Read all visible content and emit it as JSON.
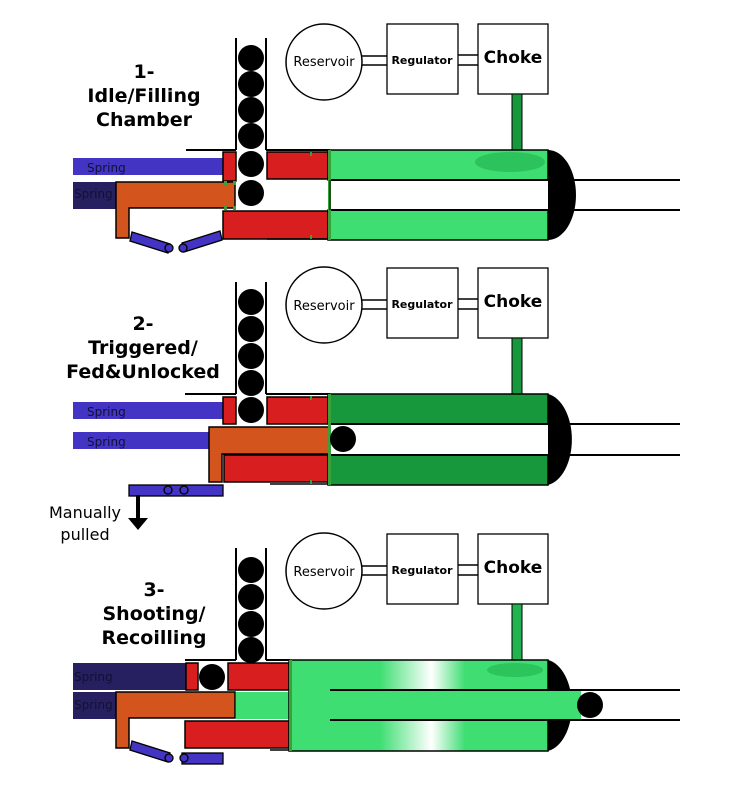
{
  "colors": {
    "bolt_red": "#d81e1e",
    "hammer_orange": "#d4541e",
    "spring_blue": "#4434c4",
    "spring_compressed": "#262060",
    "gas_light": "#3ede72",
    "gas_dark": "#18983c",
    "stem_green": "#18983c",
    "ball": "#000000",
    "outline": "#000000",
    "seal_green": "#3aa03a"
  },
  "components": {
    "reservoir": "Reservoir",
    "regulator": "Regulator",
    "choke": "Choke",
    "spring": "Spring"
  },
  "panels": [
    {
      "id": "idle",
      "number": "1-",
      "title_lines": [
        "Idle/Filling",
        "Chamber"
      ],
      "chamber_state": "filling",
      "trigger_state": "set",
      "springs": [
        "extended",
        "compressed"
      ],
      "magazine_balls": 6,
      "chamber_ball": false,
      "barrel_ball": false
    },
    {
      "id": "triggered",
      "number": "2-",
      "title_lines": [
        "Triggered/",
        "Fed&Unlocked"
      ],
      "chamber_state": "full",
      "trigger_state": "pulled",
      "springs": [
        "extended",
        "extended"
      ],
      "magazine_balls": 5,
      "chamber_ball": true,
      "barrel_ball": false,
      "annotation": [
        "Manually",
        "pulled"
      ]
    },
    {
      "id": "shooting",
      "number": "3-",
      "title_lines": [
        "Shooting/",
        "Recoilling"
      ],
      "chamber_state": "releasing",
      "trigger_state": "set",
      "springs": [
        "compressed",
        "compressed"
      ],
      "magazine_balls": 4,
      "chamber_ball": false,
      "barrel_ball": true
    }
  ]
}
